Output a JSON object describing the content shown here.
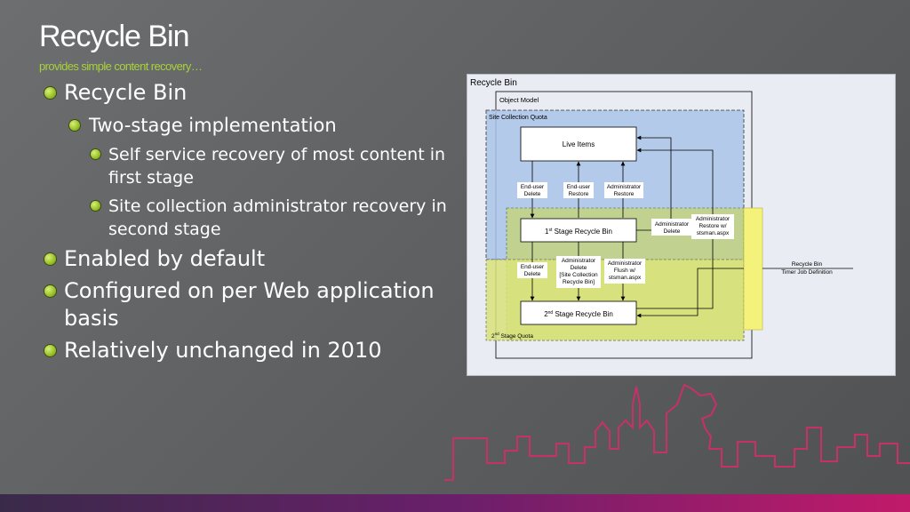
{
  "slide": {
    "title": "Recycle Bin",
    "subtitle": "provides simple content recovery…",
    "bullets": {
      "b1": "Recycle Bin",
      "b1_1": "Two-stage implementation",
      "b1_1_1": "Self service recovery of most content in first stage",
      "b1_1_2": "Site collection administrator recovery in second stage",
      "b2": "Enabled by default",
      "b3": "Configured on per Web application basis",
      "b4": "Relatively unchanged in 2010"
    }
  },
  "diagram": {
    "title": "Recycle Bin",
    "object_model": "Object Model",
    "site_collection_quota": "Site Collection Quota",
    "second_stage_quota_pre": "2",
    "second_stage_quota_sup": "nd",
    "second_stage_quota_post": "Stage Quota",
    "live_items": "Live Items",
    "first_stage_pre": "1",
    "first_stage_sup": "st",
    "first_stage_post": "Stage Recycle Bin",
    "second_stage_pre": "2",
    "second_stage_sup": "nd",
    "second_stage_post": "Stage Recycle Bin",
    "enduser_delete_1a": "End-user",
    "enduser_delete_1b": "Delete",
    "enduser_restore_a": "End-user",
    "enduser_restore_b": "Restore",
    "admin_restore_a": "Administrator",
    "admin_restore_b": "Restore",
    "admin_delete_a": "Administrator",
    "admin_delete_b": "Delete",
    "admin_restore_stsadm_a": "Administrator",
    "admin_restore_stsadm_b": "Restore w/",
    "admin_restore_stsadm_c": "stsman.aspx",
    "enduser_delete_2a": "End-user",
    "enduser_delete_2b": "Delete",
    "admin_delete_scrb_a": "Administrator",
    "admin_delete_scrb_b": "Delete",
    "admin_delete_scrb_c": "[Site Collection",
    "admin_delete_scrb_d": "Recycle Bin]",
    "admin_flush_a": "Administrator",
    "admin_flush_b": "Flush w/",
    "admin_flush_c": "stsman.aspx",
    "timer_job_a": "Recycle Bin",
    "timer_job_b": "Timer Job Definition"
  },
  "colors": {
    "accent_green": "#a8d23a",
    "blue_zone": "#a9c4e8",
    "yellow_zone": "#d8e27a",
    "yellow_bar": "#f4f27a",
    "skyline": "#c8306a"
  }
}
